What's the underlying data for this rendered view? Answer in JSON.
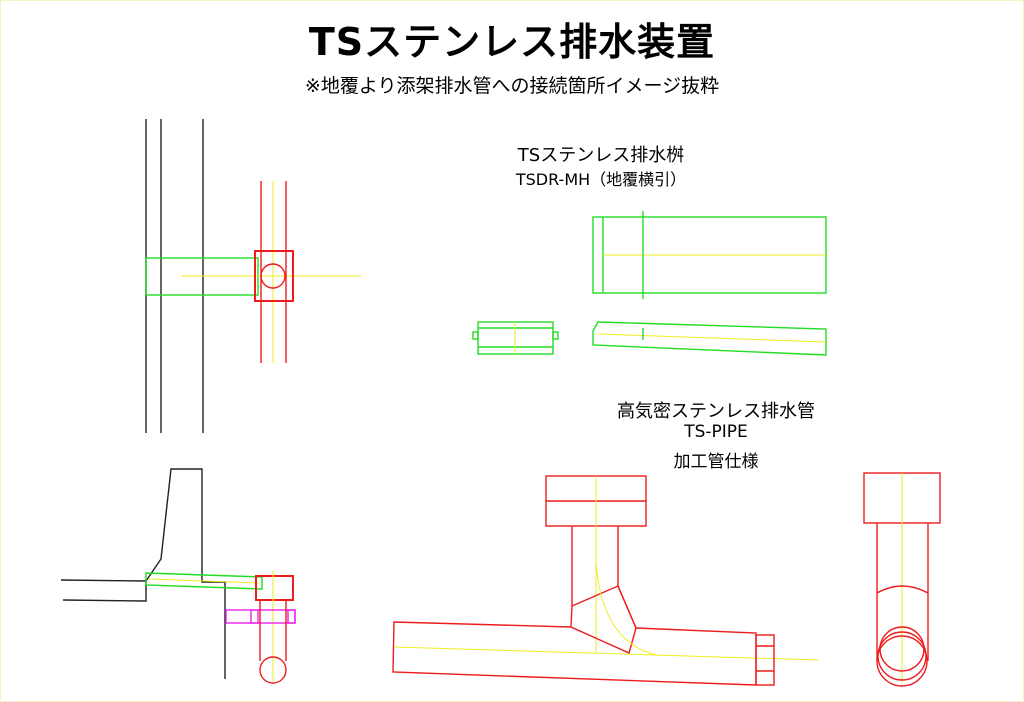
{
  "title": "TSステンレス排水装置",
  "subtitle": "※地覆より添架排水管への接続箇所イメージ抜粋",
  "basin": {
    "name": "TSステンレス排水桝",
    "model": "TSDR-MH（地覆横引）"
  },
  "pipe": {
    "name": "高気密ステンレス排水管",
    "model": "TS-PIPE",
    "spec": "加工管仕様"
  }
}
